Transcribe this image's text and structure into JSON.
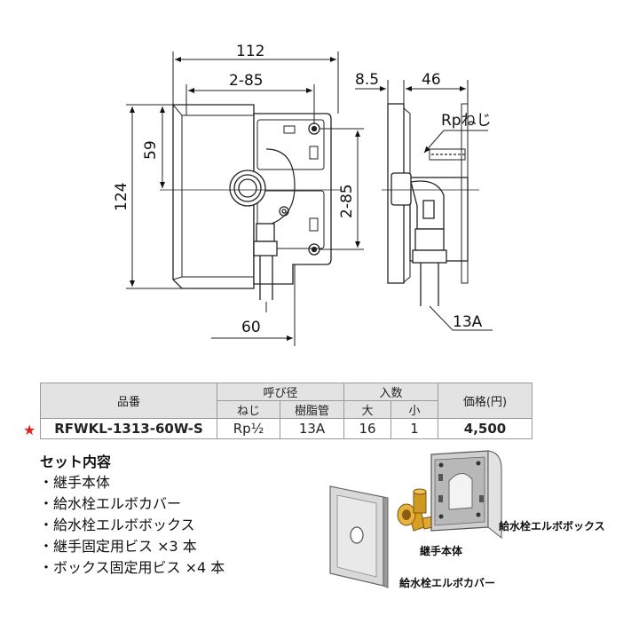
{
  "drawing": {
    "dim_width_total": "112",
    "dim_hole_pitch_h": "2-85",
    "dim_height_upper": "59",
    "dim_height_total": "124",
    "dim_hole_pitch_v": "2-85",
    "dim_offset_bottom": "60",
    "dim_side_offset": "8.5",
    "dim_side_depth": "46",
    "label_thread": "Rpねじ",
    "label_pipe": "13A"
  },
  "table": {
    "headers": {
      "product_code": "品番",
      "bore": "呼び径",
      "bore_thread": "ねじ",
      "bore_resin": "樹脂管",
      "quantity": "入数",
      "qty_large": "大",
      "qty_small": "小",
      "price": "価格(円)"
    },
    "row": {
      "mark": "★",
      "product_code": "RFWKL-1313-60W-S",
      "thread": "Rp½",
      "resin": "13A",
      "qty_large": "16",
      "qty_small": "1",
      "price": "4,500"
    }
  },
  "set_contents": {
    "title": "セット内容",
    "items": [
      "継手本体",
      "給水栓エルボカバー",
      "給水栓エルボボックス",
      "継手固定用ビス ×3 本",
      "ボックス固定用ビス ×4 本"
    ]
  },
  "assembly": {
    "label_box": "給水栓エルボボックス",
    "label_body": "継手本体",
    "label_cover": "給水栓エルボカバー"
  }
}
